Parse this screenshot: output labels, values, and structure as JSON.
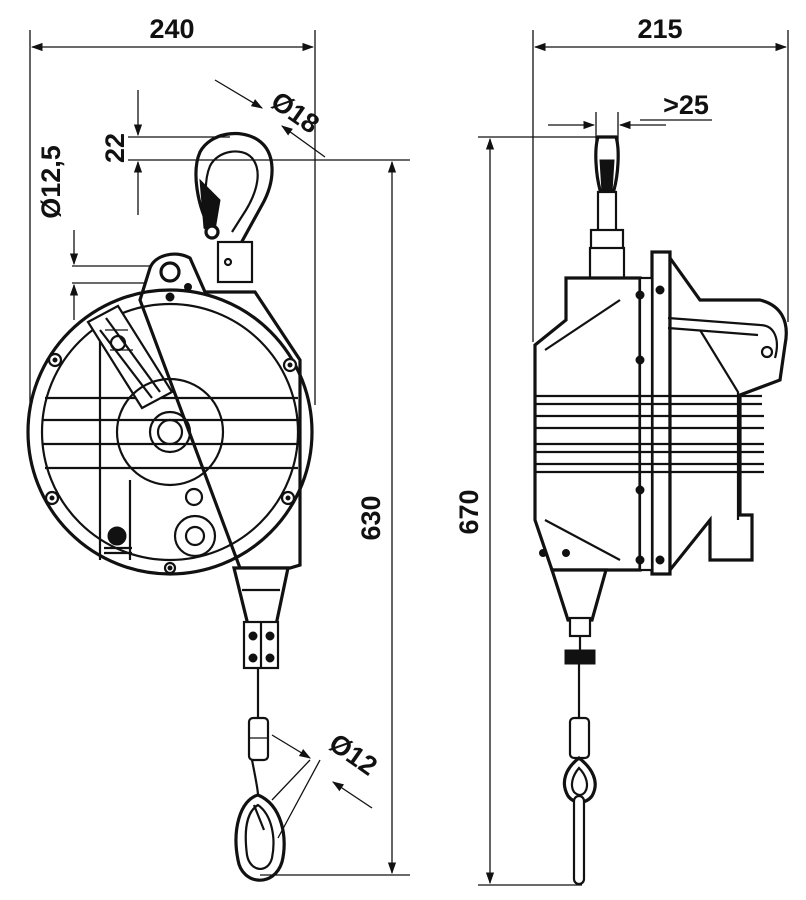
{
  "drawing": {
    "colors": {
      "ink": "#111111",
      "paper": "#ffffff"
    },
    "front_view": {
      "dim_width": "240",
      "dim_hook_opening": "22",
      "dim_hook_diameter": "Ø18",
      "dim_eye_diameter": "Ø12,5",
      "dim_carabiner_diameter": "Ø12",
      "dim_height": "630"
    },
    "side_view": {
      "dim_width": "215",
      "dim_clearance": ">25",
      "dim_height": "670"
    }
  }
}
